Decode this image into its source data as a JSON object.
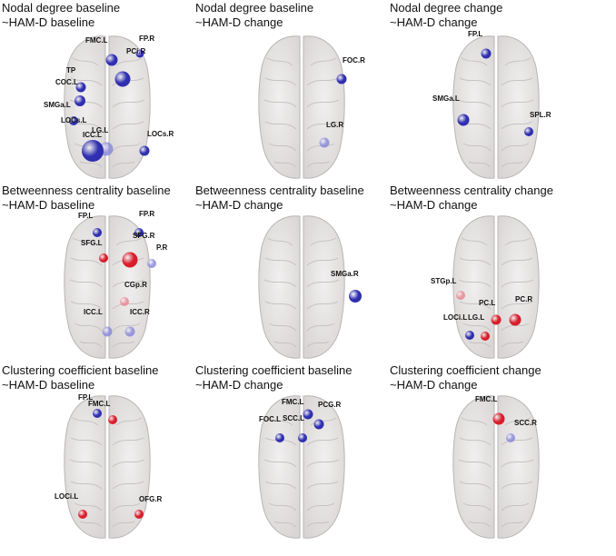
{
  "node_colors": {
    "blue": "#2f2fb0",
    "red": "#d81e2a",
    "light_blue": "#8a8ad8",
    "light_red": "#e98a92",
    "brain_fill": "#e6e3e3",
    "brain_stroke": "#b9b5b5"
  },
  "panels": [
    {
      "title_line1": "Nodal degree baseline",
      "title_line2": "~HAM-D baseline",
      "labels": [
        "FMC.L",
        "FP.R",
        "PCi.R",
        "TP",
        "COC.L",
        "SMGa.L",
        "LOCs.L",
        "ICC.L",
        "LG.L",
        "LOCs.R"
      ]
    },
    {
      "title_line1": "Nodal degree baseline",
      "title_line2": "~HAM-D change",
      "labels": [
        "FOC.R",
        "LG.R"
      ]
    },
    {
      "title_line1": "Nodal degree change",
      "title_line2": "~HAM-D change",
      "labels": [
        "FP.L",
        "SMGa.L",
        "SPL.R"
      ]
    },
    {
      "title_line1": "Betweenness centrality baseline",
      "title_line2": "~HAM-D baseline",
      "labels": [
        "FP.L",
        "FP.R",
        "SFG.L",
        "SFG.R",
        "P.R",
        "CGp.R",
        "ICC.L",
        "ICC.R"
      ]
    },
    {
      "title_line1": "Betweenness centrality baseline",
      "title_line2": "~HAM-D change",
      "labels": [
        "SMGa.R"
      ]
    },
    {
      "title_line1": "Betweenness centrality change",
      "title_line2": "~HAM-D change",
      "labels": [
        "STGp.L",
        "PC.L",
        "PC.R",
        "LOCi.L",
        "LG.L"
      ]
    },
    {
      "title_line1": "Clustering coefficient baseline",
      "title_line2": "~HAM-D baseline",
      "labels": [
        "FP.L",
        "FMC.L",
        "LOCi.L",
        "OFG.R"
      ]
    },
    {
      "title_line1": "Clustering coefficient baseline",
      "title_line2": "~HAM-D change",
      "labels": [
        "FMC.L",
        "PCG.R",
        "FOC.L",
        "SCC.L"
      ]
    },
    {
      "title_line1": "Clustering coefficient change",
      "title_line2": "~HAM-D change",
      "labels": [
        "FMC.L",
        "SCC.R"
      ]
    }
  ]
}
